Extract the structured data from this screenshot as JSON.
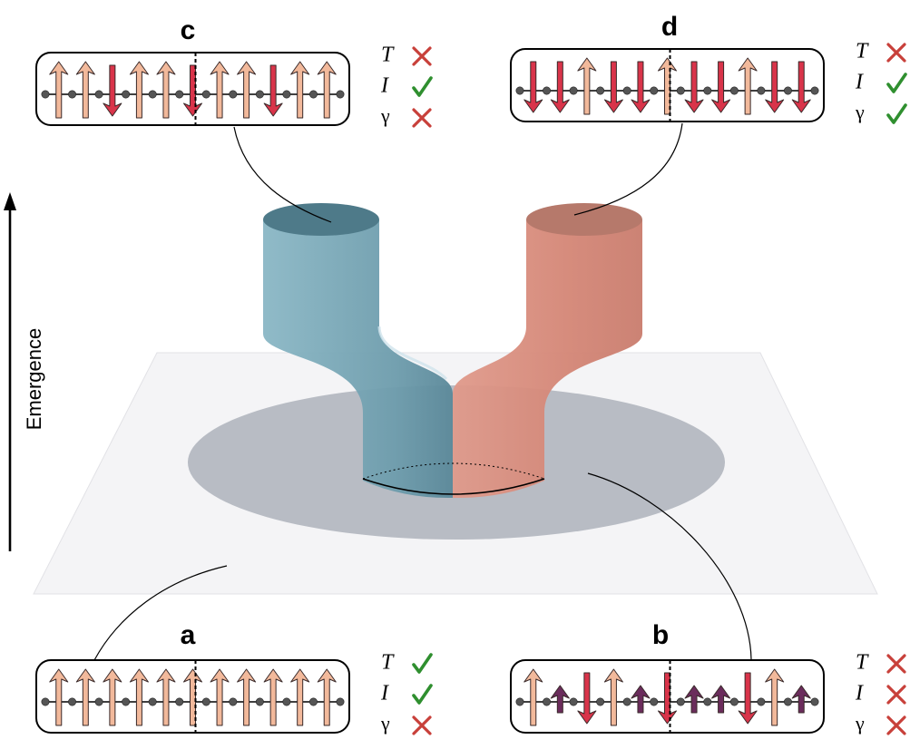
{
  "axis": {
    "label": "Emergence"
  },
  "colors": {
    "teal": "#7aa9b8",
    "teal_top": "#4e7a89",
    "salmon": "#d6897a",
    "salmon_top": "#b6796b",
    "plane": "#f4f4f6",
    "disc": "#b8bcc4",
    "up_arrow": "#f2b99b",
    "down_arrow": "#d9344a",
    "small_up_arrow": "#6b2c5c",
    "check": "#2f8f2f",
    "cross": "#c8403a"
  },
  "panels": [
    {
      "id": "c",
      "label": "c",
      "spins": [
        "U",
        "U",
        "D",
        "U",
        "U",
        "D",
        "U",
        "U",
        "D",
        "U",
        "U"
      ],
      "props": [
        {
          "symbol": "T",
          "ok": false
        },
        {
          "symbol": "I",
          "ok": true
        },
        {
          "symbol": "γ",
          "ok": false
        }
      ]
    },
    {
      "id": "d",
      "label": "d",
      "spins": [
        "D",
        "D",
        "U",
        "D",
        "D",
        "U",
        "D",
        "D",
        "U",
        "D",
        "D"
      ],
      "props": [
        {
          "symbol": "T",
          "ok": false
        },
        {
          "symbol": "I",
          "ok": true
        },
        {
          "symbol": "γ",
          "ok": true
        }
      ]
    },
    {
      "id": "a",
      "label": "a",
      "spins": [
        "U",
        "U",
        "U",
        "U",
        "U",
        "U",
        "U",
        "U",
        "U",
        "U",
        "U"
      ],
      "props": [
        {
          "symbol": "T",
          "ok": true
        },
        {
          "symbol": "I",
          "ok": true
        },
        {
          "symbol": "γ",
          "ok": false
        }
      ]
    },
    {
      "id": "b",
      "label": "b",
      "spins": [
        "U",
        "s",
        "D",
        "U",
        "s",
        "D",
        "s",
        "s",
        "D",
        "U",
        "s"
      ],
      "props": [
        {
          "symbol": "T",
          "ok": false
        },
        {
          "symbol": "I",
          "ok": false
        },
        {
          "symbol": "γ",
          "ok": false
        }
      ]
    }
  ]
}
